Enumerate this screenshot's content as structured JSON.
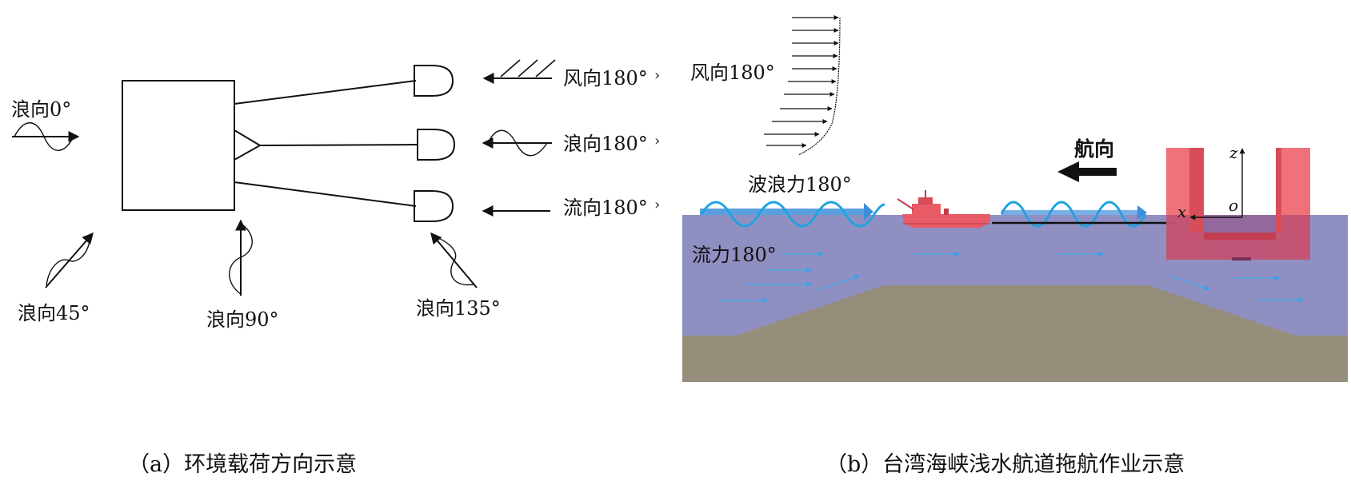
{
  "panel_a": {
    "caption": "（a）环境载荷方向示意",
    "wave_0": "浪向0°",
    "wave_45": "浪向45°",
    "wave_90": "浪向90°",
    "wave_135": "浪向135°",
    "wind_180": "风向180°",
    "wave_180": "浪向180°",
    "current_180": "流向180°",
    "tick_mark": "›"
  },
  "panel_b": {
    "caption": "（b）台湾海峡浅水航道拖航作业示意",
    "wind": "风向180°",
    "heading": "航向",
    "wave_force": "波浪力180°",
    "current_force": "流力180°",
    "axis_z": "z",
    "axis_x": "x",
    "axis_o": "o"
  },
  "colors": {
    "water": "#8f8fc2",
    "seabed": "#958e7b",
    "wave_line": "#1fa3e0",
    "current_arrow": "#4aa6e6",
    "vessel": "#e85b66",
    "dock": "#ee6670"
  }
}
